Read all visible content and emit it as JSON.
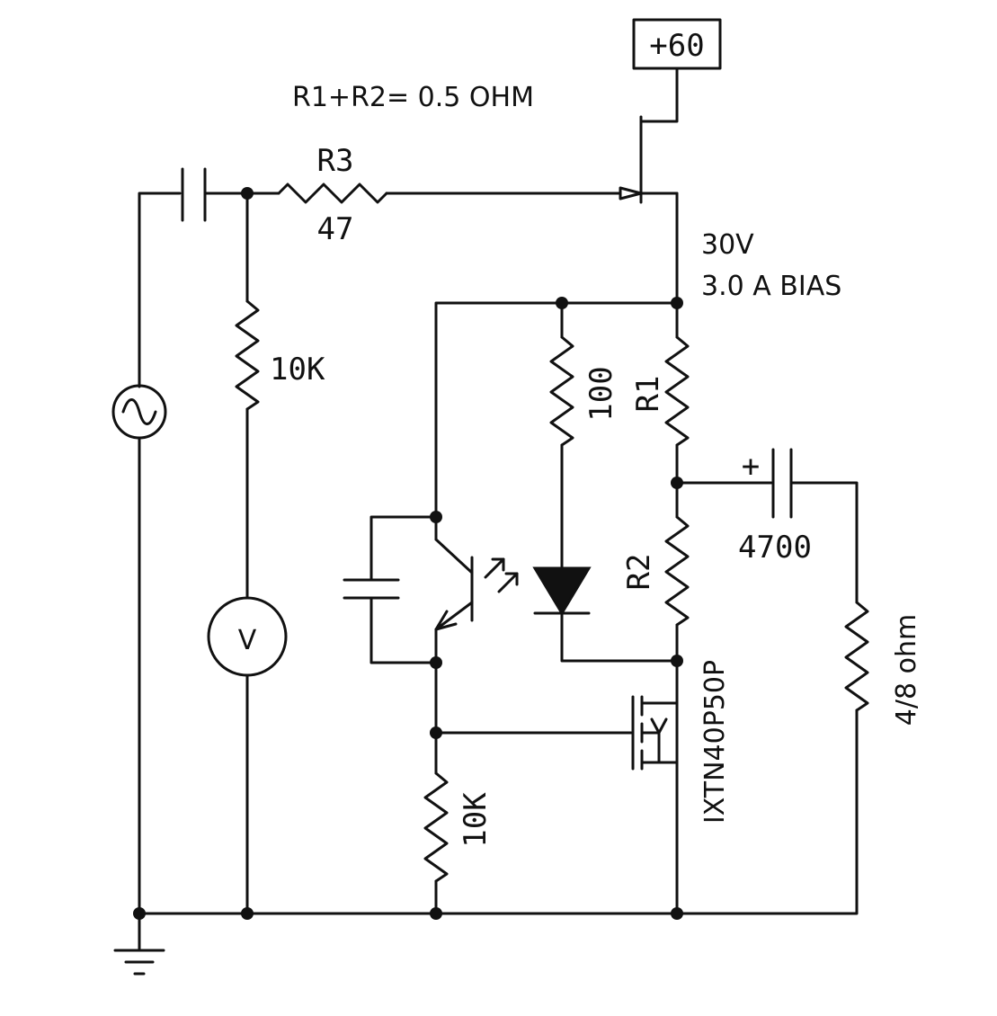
{
  "supply": {
    "voltage": "+60"
  },
  "notes": {
    "r_sum": "R1+R2= 0.5 OHM",
    "bias_voltage": "30V",
    "bias_current": "3.0 A BIAS"
  },
  "components": {
    "r3": {
      "name": "R3",
      "value": "47"
    },
    "r_input_bias": {
      "value": "10K"
    },
    "r_collector": {
      "value": "100"
    },
    "r1": {
      "name": "R1"
    },
    "r2": {
      "name": "R2"
    },
    "c_output": {
      "polarity": "+",
      "value": "4700"
    },
    "r_load": {
      "value": "4/8 ohm"
    },
    "mosfet": {
      "part": "IXTN40P50P"
    },
    "r_gate": {
      "value": "10K"
    },
    "voltmeter": {
      "symbol": "V"
    }
  },
  "icons": [
    "ac-source-icon",
    "voltmeter-icon",
    "ground-icon",
    "led-icon",
    "phototransistor-icon",
    "capacitor-icon",
    "resistor-icon",
    "mosfet-icon",
    "pnp-transistor-icon"
  ]
}
